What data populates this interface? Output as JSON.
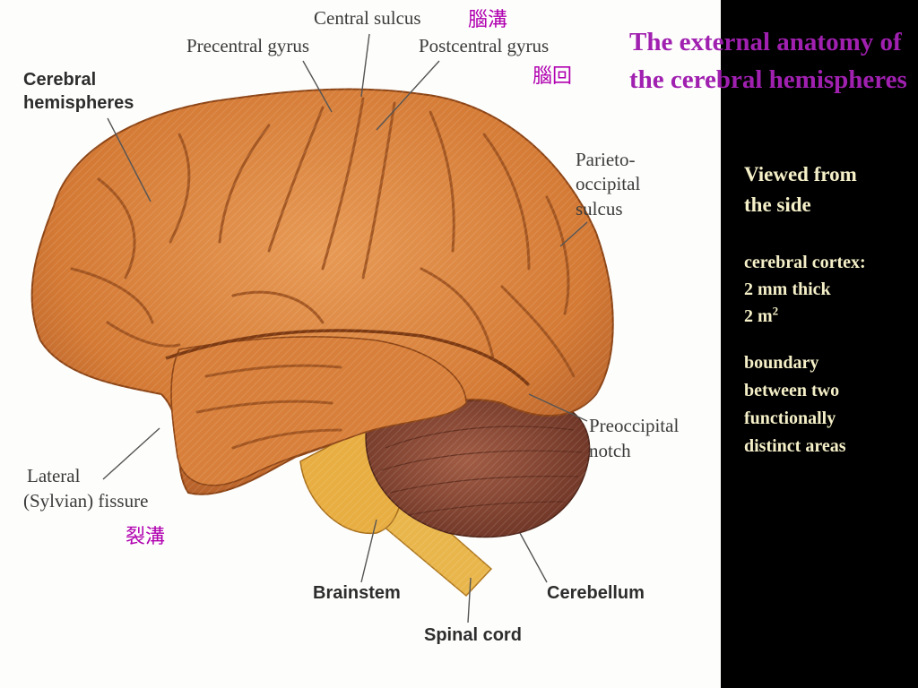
{
  "slide": {
    "title": "The external anatomy of the cerebral hemispheres",
    "notes": {
      "view_line1": "Viewed from",
      "view_line2": "the side",
      "cortex_line1": "cerebral cortex:",
      "cortex_line2": "2 mm thick",
      "cortex_area_value": "2 m",
      "cortex_area_exponent": "2",
      "boundary_line1": "boundary",
      "boundary_line2": "between two",
      "boundary_line3": "functionally",
      "boundary_line4": "distinct areas"
    }
  },
  "diagram": {
    "labels": {
      "central_sulcus": "Central sulcus",
      "central_sulcus_cjk": "腦溝",
      "precentral_gyrus": "Precentral gyrus",
      "postcentral_gyrus": "Postcentral gyrus",
      "gyrus_cjk": "腦回",
      "cerebral_1": "Cerebral",
      "cerebral_2": "hemispheres",
      "parieto_1": "Parieto-",
      "parieto_2": "occipital",
      "parieto_3": "sulcus",
      "preoccipital_1": "Preoccipital",
      "preoccipital_2": "notch",
      "lateral_1": "Lateral",
      "lateral_2": "(Sylvian) fissure",
      "fissure_cjk": "裂溝",
      "brainstem": "Brainstem",
      "cerebellum": "Cerebellum",
      "spinal_cord": "Spinal cord"
    },
    "colors": {
      "cerebrum": "#d9843e",
      "cerebrum_dark": "#a9561f",
      "cerebellum": "#8a4a36",
      "brainstem": "#e8ae42",
      "label_accent": "#b000b0",
      "title_accent": "#a020b0",
      "note_text": "#f5f0c8"
    }
  }
}
